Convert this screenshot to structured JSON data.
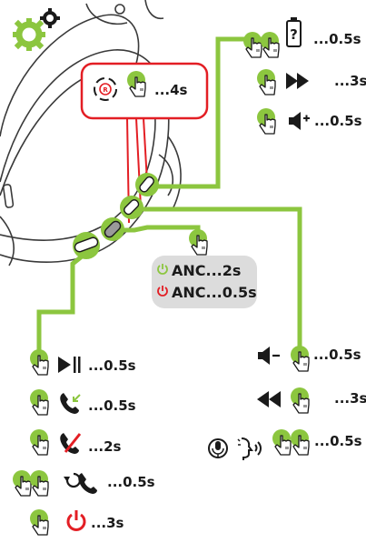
{
  "colors": {
    "accent_green": "#8cc63f",
    "red": "#e31e24",
    "dark": "#1a1a1a",
    "gray_box": "#dcdcdc",
    "device_line": "#3a3a3a"
  },
  "labels": {
    "top_single_press": "...4s",
    "battery_double": "...0.5s",
    "forward_long": "...3s",
    "vol_up": "...0.5s",
    "anc_on": "ANC...2s",
    "anc_off": "ANC...0.5s",
    "play_pause": "...0.5s",
    "answer_call": "...0.5s",
    "reject_call": "...2s",
    "redial": "...0.5s",
    "power_off": "...3s",
    "vol_down": "...0.5s",
    "rewind": "...3s",
    "voice_assistant": "...0.5s"
  },
  "icons": [
    "gears-icon",
    "reset-icon",
    "battery-query-icon",
    "fast-forward-icon",
    "volume-up-icon",
    "power-icon",
    "play-pause-icon",
    "incoming-call-icon",
    "reject-call-icon",
    "redial-icon",
    "volume-down-icon",
    "rewind-icon",
    "microphone-icon",
    "voice-speaking-icon",
    "finger-press-icon"
  ]
}
